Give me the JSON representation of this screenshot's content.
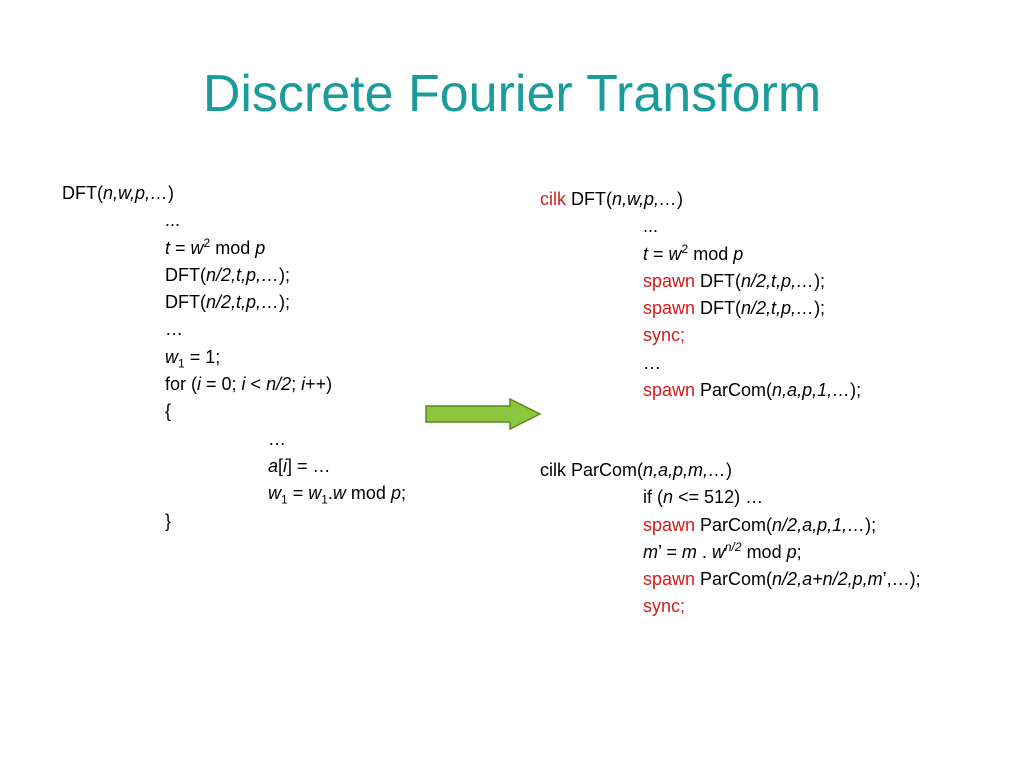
{
  "slide": {
    "title": "Discrete Fourier Transform",
    "colors": {
      "title": "#1a9c9a",
      "keyword": "#d01c1c",
      "arrow_fill": "#8cc63f",
      "arrow_stroke": "#5a8a1e"
    }
  },
  "left": {
    "sig_name": "DFT(",
    "sig_args": "n,w,p,…",
    "sig_close": ")",
    "dots": "...",
    "l_t": "t",
    "l_eq1": " = ",
    "l_w": "w",
    "l_sup2": "2",
    "l_mod1": " mod ",
    "l_p": "p",
    "call1_name": "DFT(",
    "call1_args": "n/2,t,p,…",
    "call1_close": ");",
    "call2_name": "DFT(",
    "call2_args": "n/2,t,p,…",
    "call2_close": ");",
    "ellipsis1": "…",
    "w1_w": "w",
    "w1_sub": "1",
    "w1_rest": " = 1;",
    "for_a": "for (",
    "for_i1": "i",
    "for_b": " = 0; ",
    "for_i2": "i",
    "for_c": " < ",
    "for_n2": "n/2",
    "for_d": "; ",
    "for_i3": "i",
    "for_e": "++)",
    "brace_open": "{",
    "ellipsis2": "…",
    "a_a": "a",
    "a_b": "[",
    "a_i": "i",
    "a_c": "] = …",
    "u_w1": "w",
    "u_sub1": "1",
    "u_eq": " = ",
    "u_w2": "w",
    "u_sub2": "1",
    "u_dot": ".",
    "u_w3": "w",
    "u_mod": " mod ",
    "u_p": "p",
    "u_semi": ";",
    "brace_close": "}"
  },
  "right1": {
    "kw_cilk": "cilk",
    "sig_name": " DFT(",
    "sig_args": "n,w,p,…",
    "sig_close": ")",
    "dots": "...",
    "l_t": "t",
    "l_eq1": " = ",
    "l_w": "w",
    "l_sup2": "2",
    "l_mod1": " mod ",
    "l_p": "p",
    "kw_spawn1": "spawn",
    "call1_name": " DFT(",
    "call1_args": "n/2,t,p,…",
    "call1_close": ");",
    "kw_spawn2": "spawn",
    "call2_name": " DFT(",
    "call2_args": "n/2,t,p,…",
    "call2_close": ");",
    "kw_sync": "sync;",
    "ellipsis": "…",
    "kw_spawn3": "spawn",
    "call3_name": " ParCom(",
    "call3_args": "n,a,p,1,…",
    "call3_close": ");"
  },
  "right2": {
    "sig_prefix": "cilk ParCom(",
    "sig_args": "n,a,p,m,…",
    "sig_close": ")",
    "if_a": "if (",
    "if_n": "n",
    "if_b": " <= 512) …",
    "kw_spawn1": "spawn",
    "call1_name": "  ParCom(",
    "call1_args": "n/2,a,p,1,…",
    "call1_close": ");",
    "m_m1": "m",
    "m_a": "’ = ",
    "m_m2": "m",
    "m_b": " . ",
    "m_w": "w",
    "m_sup": "n/2",
    "m_mod": " mod ",
    "m_p": "p",
    "m_semi": ";",
    "kw_spawn2": "spawn",
    "call2_name": " ParCom(",
    "call2_args": "n/2,a+n/2,p,m",
    "call2_close": "’,…);",
    "kw_sync": "sync;"
  }
}
